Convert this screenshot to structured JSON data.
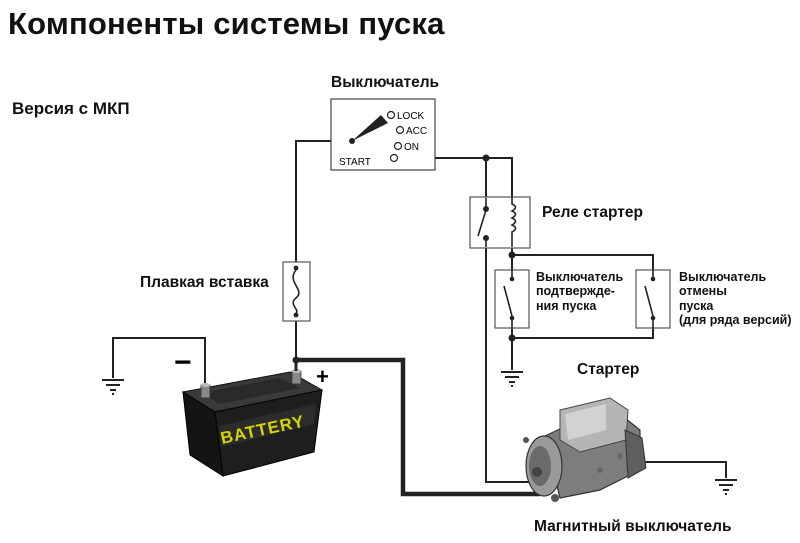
{
  "title": "Компоненты системы пуска",
  "version": "Версия с МКП",
  "ignition_switch": {
    "label": "Выключатель",
    "positions": {
      "lock": "LOCK",
      "acc": "ACC",
      "on": "ON",
      "start": "START"
    }
  },
  "starter_relay": {
    "label": "Реле стартер"
  },
  "fusible_link": {
    "label": "Плавкая вставка"
  },
  "clutch_start_switch": {
    "lines": [
      "Выключатель",
      "подтвержде-",
      "ния пуска"
    ]
  },
  "clutch_cancel_switch": {
    "lines": [
      "Выключатель",
      "отмены",
      "пуска",
      "(для ряда версий)"
    ]
  },
  "battery": {
    "text": "BATTERY",
    "minus": "−",
    "plus": "+"
  },
  "starter": {
    "label": "Стартер"
  },
  "magnetic_switch": {
    "label": "Магнитный выключатель"
  },
  "colors": {
    "wire": "#222222",
    "battery_body": "#1c1c1c",
    "battery_label": "#d4d400"
  }
}
